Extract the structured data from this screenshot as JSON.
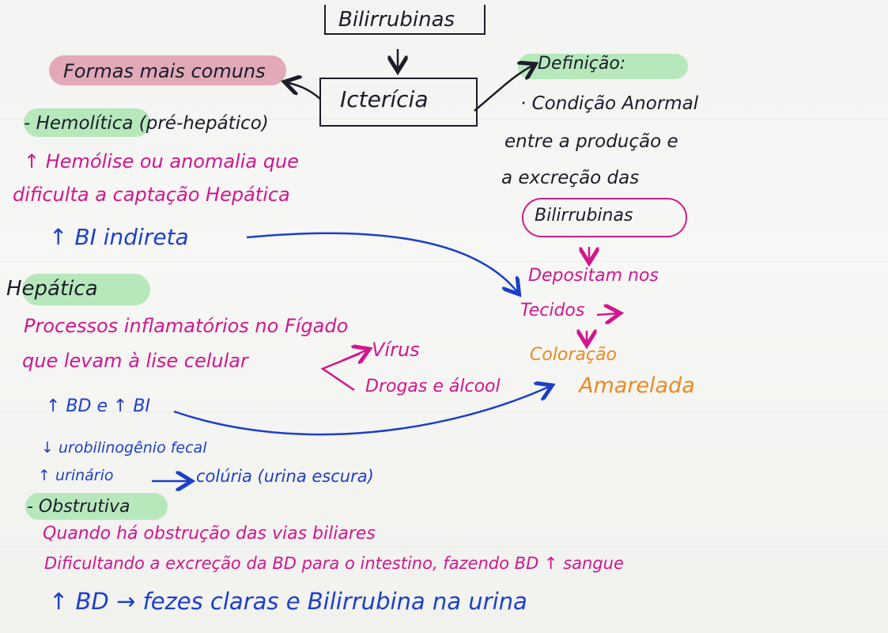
{
  "top": {
    "title": "Bilirrubinas",
    "ictericia": "Icterícia"
  },
  "left": {
    "formas_title": "Formas mais comuns",
    "hemolitica": {
      "heading": "- Hemolítica (pré-hepático)",
      "desc1": "↑ Hemólise ou anomalia que",
      "desc2": "dificulta a captação Hepática",
      "bi": "↑ BI indireta"
    },
    "hepatica": {
      "heading": "Hepática",
      "desc1": "Processos inflamatórios no Fígado",
      "desc2": "que levam à lise celular",
      "virus": "Vírus",
      "drogas": "Drogas e álcool",
      "bd_bi": "↑ BD e ↑ BI",
      "urobilinogenio": "↓ urobilinogênio fecal",
      "urinario": "↑ urinário",
      "coluria": "colúria (urina escura)"
    },
    "obstrutiva": {
      "heading": "- Obstrutiva",
      "desc1": "Quando há obstrução das vias biliares",
      "desc2": "Dificultando a excreção da BD para o intestino, fazendo BD ↑ sangue",
      "result": "↑ BD → fezes claras e Bilirrubina na urina"
    }
  },
  "right": {
    "definicao": "Definição:",
    "line1": "· Condição Anormal",
    "line2": "entre a produção e",
    "line3": "a excreção das",
    "bilirrubinas": "Bilirrubinas",
    "depositam": "Depositam nos",
    "tecidos": "Tecidos",
    "coloracao": "Coloração",
    "amarelada": "Amarelada"
  },
  "colors": {
    "black_marker": "#1c1c2a",
    "pink_marker": "#d0178e",
    "blue_marker": "#1c3fc8",
    "orange_marker": "#e98a25",
    "green_highlight": "#b6e8bb",
    "pink_highlight": "#e1aab6"
  }
}
